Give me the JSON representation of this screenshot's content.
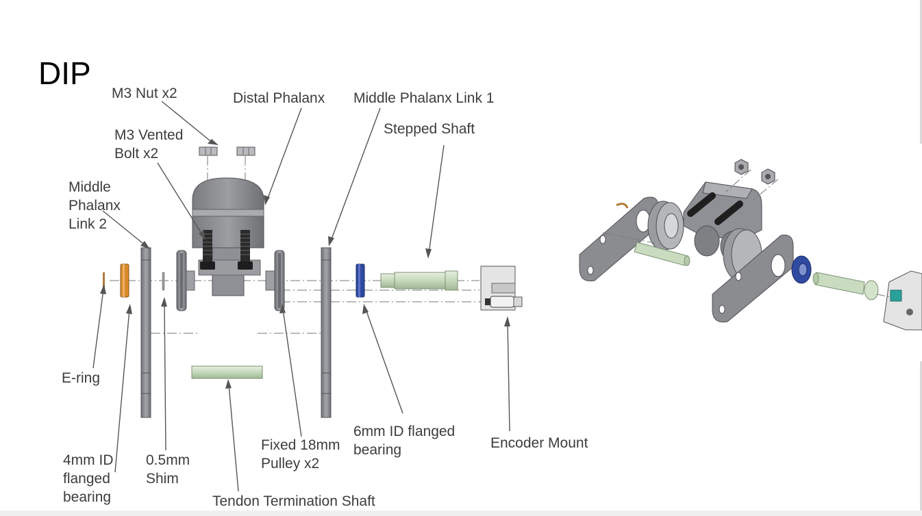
{
  "slide": {
    "title": "DIP",
    "labels": {
      "m3_nut": "M3 Nut x2",
      "distal_phalanx": "Distal Phalanx",
      "middle_link_1": "Middle Phalanx Link 1",
      "m3_bolt_1": "M3 Vented",
      "m3_bolt_2": "Bolt x2",
      "stepped_shaft": "Stepped Shaft",
      "middle_link_2_1": "Middle",
      "middle_link_2_2": "Phalanx",
      "middle_link_2_3": "Link 2",
      "e_ring": "E-ring",
      "bearing_4mm_1": "4mm ID",
      "bearing_4mm_2": "flanged",
      "bearing_4mm_3": "bearing",
      "shim_1": "0.5mm",
      "shim_2": "Shim",
      "pulley_1": "Fixed 18mm",
      "pulley_2": "Pulley x2",
      "bearing_6mm_1": "6mm ID flanged",
      "bearing_6mm_2": "bearing",
      "encoder_mount": "Encoder Mount",
      "tendon_shaft": "Tendon Termination Shaft"
    }
  },
  "colors": {
    "part_gray": "#8e9095",
    "part_dark": "#5f6166",
    "shaft_green": "#c9dcc0",
    "bearing_orange": "#d98a2c",
    "bearing_blue": "#2f4aa0",
    "leader": "#555555"
  }
}
